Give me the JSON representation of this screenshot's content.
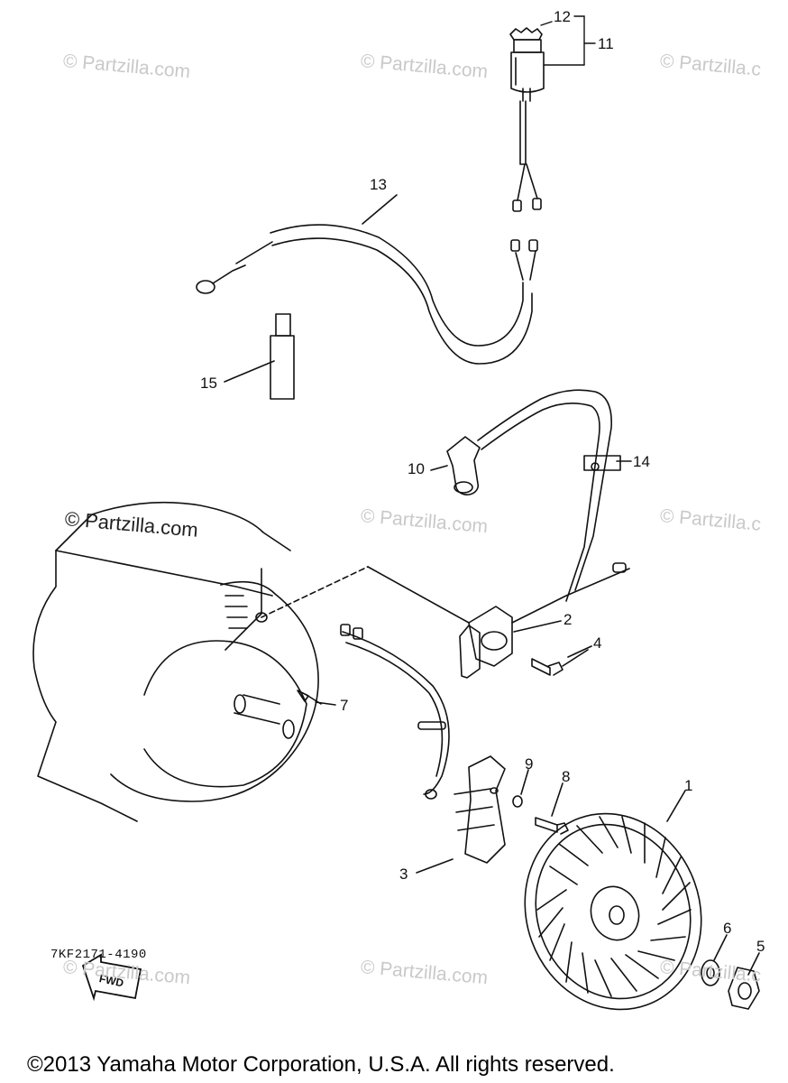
{
  "watermarks": [
    "© Partzilla.com",
    "© Partzilla.com",
    "© Partzilla.c",
    "© Partzilla.com",
    "© Partzilla.com",
    "© Partzilla.c",
    "© Partzilla.com",
    "© Partzilla.com",
    "© Partzilla.c"
  ],
  "callouts": {
    "c1": "1",
    "c2": "2",
    "c3": "3",
    "c4": "4",
    "c5": "5",
    "c6": "6",
    "c7": "7",
    "c8": "8",
    "c9": "9",
    "c10": "10",
    "c11": "11",
    "c12": "12",
    "c13": "13",
    "c14": "14",
    "c15": "15"
  },
  "fwd_arrow_label": "FWD",
  "part_number": "7KF2171-4190",
  "copyright": "©2013 Yamaha Motor Corporation, U.S.A. All rights reserved."
}
